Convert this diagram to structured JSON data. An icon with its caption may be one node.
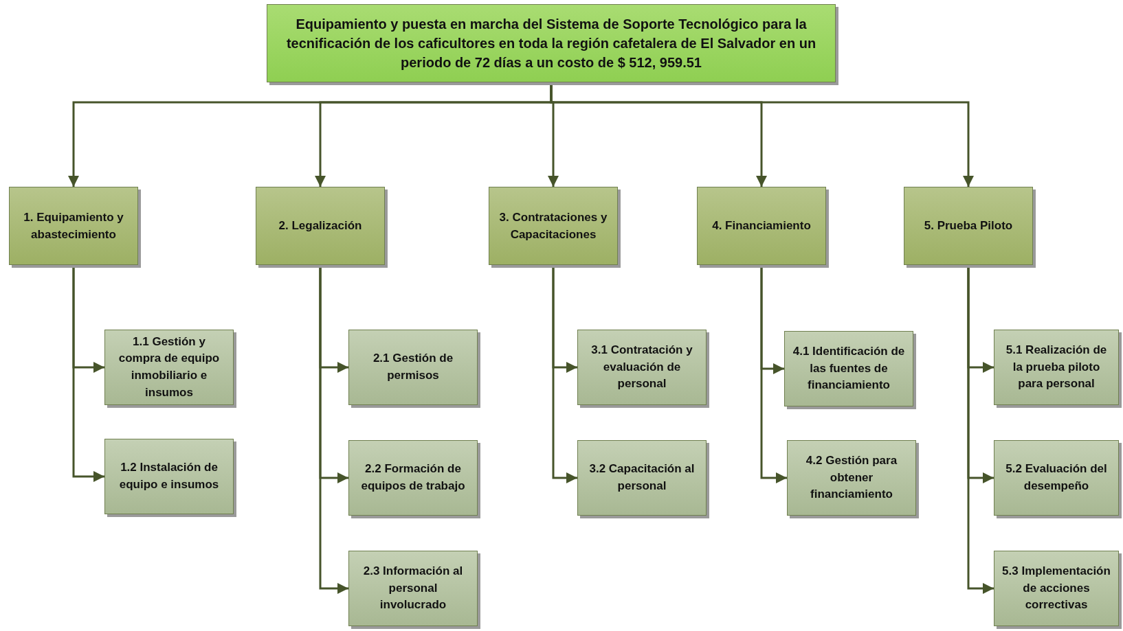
{
  "diagram": {
    "nodes": [
      {
        "text": [
          "Equipamiento y puesta en marcha del Sistema de Soporte Tecnológico para la tecnificación de los caficultores en toda la región cafetalera de El Salvador en un periodo de 72 días a un costo de $ 512, 959.51"
        ]
      },
      {
        "text": [
          "1. Equipamiento y abastecimiento"
        ]
      },
      {
        "text": [
          "1.1 Gestión y compra de equipo inmobiliario e insumos"
        ]
      },
      {
        "text": [
          "1.2 Instalación de equipo e insumos"
        ]
      },
      {
        "text": [
          "2. Legalización"
        ]
      },
      {
        "text": [
          "2.1 Gestión de permisos"
        ]
      },
      {
        "text": [
          "2.2 Formación de equipos de trabajo"
        ]
      },
      {
        "text": [
          "2.3 Información al personal involucrado"
        ]
      },
      {
        "text": [
          "3. Contrataciones y Capacitaciones"
        ]
      },
      {
        "text": [
          "3.1 Contratación y evaluación de personal"
        ]
      },
      {
        "text": [
          "3.2 Capacitación al personal"
        ]
      },
      {
        "text": [
          "4. Financiamiento"
        ]
      },
      {
        "text": [
          "4.1 Identificación de las fuentes de financiamiento"
        ]
      },
      {
        "text": [
          "4.2 Gestión para obtener financiamiento"
        ]
      },
      {
        "text": [
          "5. Prueba Piloto"
        ]
      },
      {
        "text": [
          "5.1 Realización de la prueba piloto para personal"
        ]
      },
      {
        "text": [
          "5.2 Evaluación del desempeño"
        ]
      },
      {
        "text": [
          "5.3 Implementación de acciones correctivas"
        ]
      }
    ],
    "edges": [
      {
        "from": 0,
        "to": 1,
        "arrow": "to"
      },
      {
        "from": 0,
        "to": 4,
        "arrow": "to"
      },
      {
        "from": 0,
        "to": 8,
        "arrow": "to"
      },
      {
        "from": 0,
        "to": 11,
        "arrow": "to"
      },
      {
        "from": 0,
        "to": 14,
        "arrow": "to"
      },
      {
        "from": 1,
        "to": 2,
        "arrow": "to"
      },
      {
        "from": 1,
        "to": 3,
        "arrow": "to"
      },
      {
        "from": 4,
        "to": 5,
        "arrow": "to"
      },
      {
        "from": 4,
        "to": 6,
        "arrow": "to"
      },
      {
        "from": 4,
        "to": 7,
        "arrow": "to"
      },
      {
        "from": 8,
        "to": 9,
        "arrow": "to"
      },
      {
        "from": 8,
        "to": 10,
        "arrow": "to"
      },
      {
        "from": 11,
        "to": 12,
        "arrow": "to"
      },
      {
        "from": 11,
        "to": 13,
        "arrow": "to"
      },
      {
        "from": 14,
        "to": 15,
        "arrow": "to"
      },
      {
        "from": 14,
        "to": 16,
        "arrow": "to"
      },
      {
        "from": 14,
        "to": 17,
        "arrow": "to"
      }
    ]
  }
}
